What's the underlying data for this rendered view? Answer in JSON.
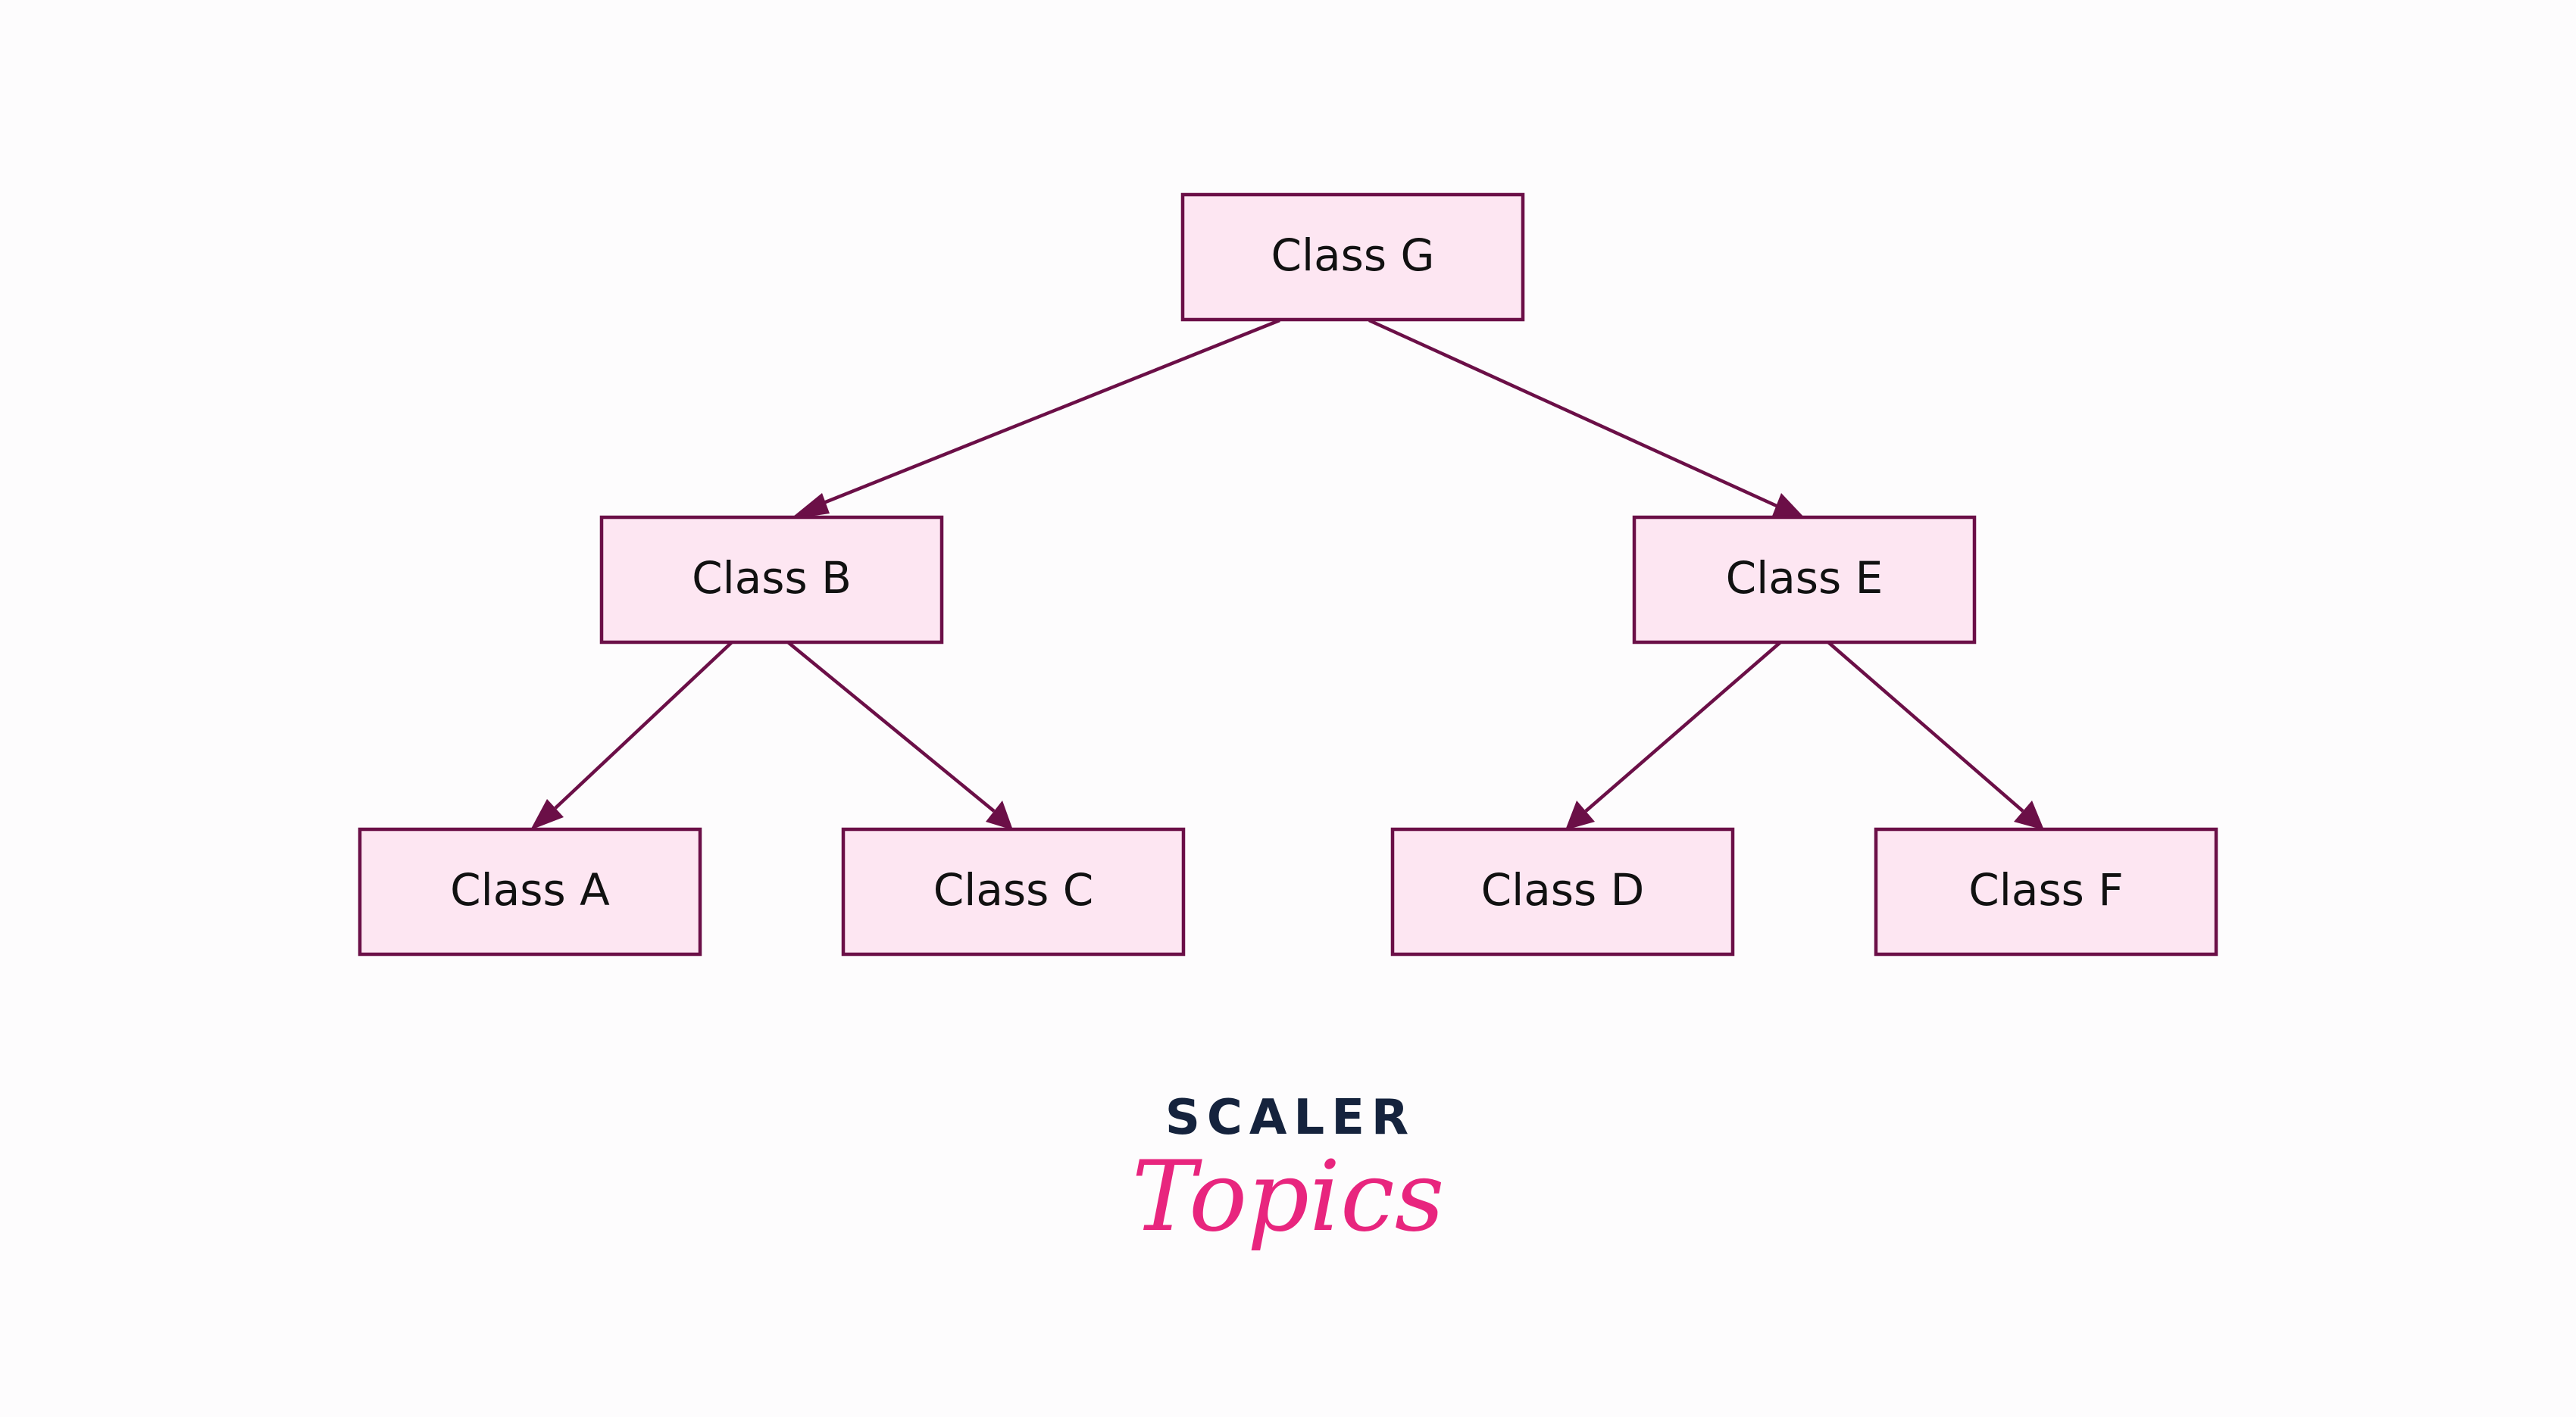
{
  "nodes": {
    "g": "Class G",
    "b": "Class B",
    "e": "Class E",
    "a": "Class A",
    "c": "Class C",
    "d": "Class D",
    "f": "Class F"
  },
  "edges": [
    {
      "from": "Class G",
      "to": "Class B"
    },
    {
      "from": "Class G",
      "to": "Class E"
    },
    {
      "from": "Class B",
      "to": "Class A"
    },
    {
      "from": "Class B",
      "to": "Class C"
    },
    {
      "from": "Class E",
      "to": "Class D"
    },
    {
      "from": "Class E",
      "to": "Class F"
    }
  ],
  "logo": {
    "wordmark": "SCALER",
    "script": "Topics"
  },
  "colors": {
    "node_fill": "#fde6f2",
    "node_border": "#6b0f47",
    "arrow": "#6b0f47",
    "logo_wordmark": "#15233d",
    "logo_script": "#e8257e"
  }
}
